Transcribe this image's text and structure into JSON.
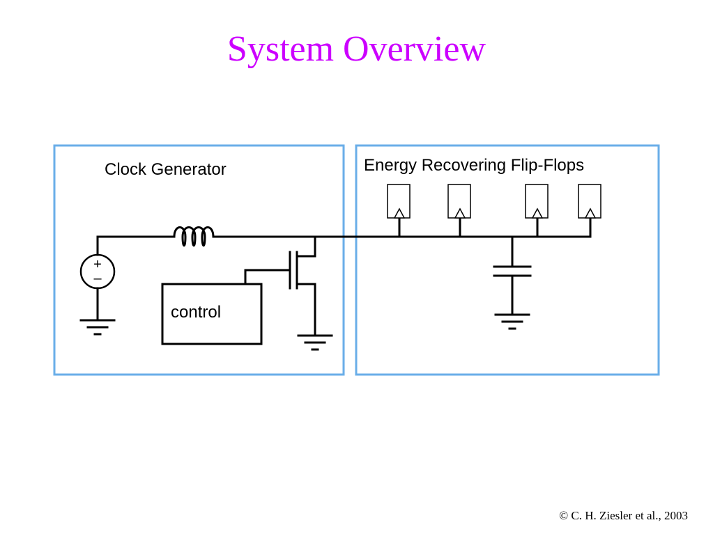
{
  "slide": {
    "title": "System Overview",
    "copyright": "© C. H. Ziesler et al., 2003"
  },
  "diagram": {
    "blocks": {
      "clock_generator": {
        "label": "Clock Generator"
      },
      "flip_flops": {
        "label": "Energy Recovering Flip-Flops",
        "count": 4
      },
      "control": {
        "label": "control"
      }
    },
    "source_symbols": {
      "plus": "+",
      "minus": "–"
    },
    "components": [
      "voltage-source-icon",
      "inductor-icon",
      "nmos-transistor-icon",
      "capacitor-icon",
      "ground-icon",
      "flip-flop-icon"
    ],
    "colors": {
      "title": "#cc00ff",
      "block_border": "#6aaee8",
      "wire": "#000000"
    }
  }
}
